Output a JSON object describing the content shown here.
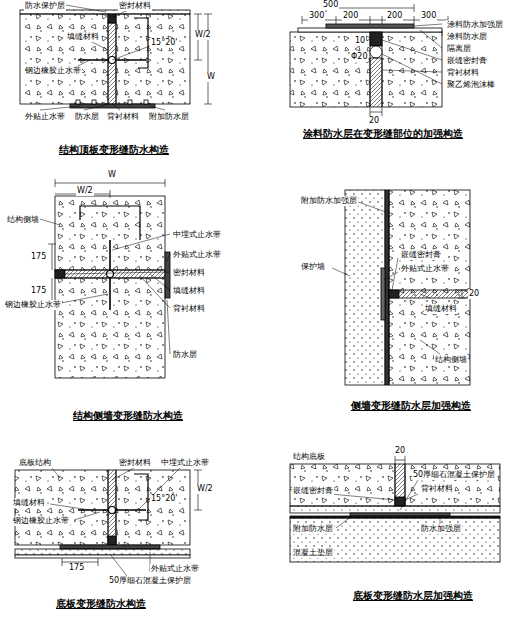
{
  "diagram": {
    "labels": [
      "防水保护层",
      "密封材料",
      "填缝材料",
      "钢边橡胶止水带",
      "15°20'",
      "W/2",
      "W",
      "外贴止水带",
      "防水层",
      "背衬材料",
      "附加防水层",
      "结构顶板变形缝防水构造",
      "500",
      "300",
      "200",
      "200",
      "300",
      "涂料防水加强层",
      "涂料防水层",
      "隔离层",
      "嵌缝密封膏",
      "背衬材料",
      "聚乙烯泡沫棒",
      "10",
      "Φ20",
      "20",
      "涂料防水层在变形缝部位的加强构造",
      "W",
      "W/2",
      "结构侧墙",
      "钢边橡胶止水带",
      "175",
      "175",
      "中埋式止水带",
      "外贴式止水带",
      "密封材料",
      "填缝材料",
      "背衬材料",
      "防水层",
      "结构侧墙变形缝防水构造",
      "附加防水加强层",
      "保护墙",
      "嵌缝密封膏",
      "外贴式止水带",
      "填缝材料",
      "20",
      "结构侧墙",
      "侧墙变形缝防水层加强构造",
      "底板结构",
      "密封材料",
      "中埋式止水带",
      "填缝材料",
      "钢边橡胶止水带",
      "15°20'",
      "W/2",
      "175",
      "外贴式止水带",
      "50厚细石混凝土保护层",
      "底板变形缝防水构造",
      "结构底板",
      "20",
      "嵌缝密封膏",
      "50厚细石混凝土保护层",
      "背衬材料",
      "防水加强层",
      "附加防水层",
      "混凝土垫层",
      "底板变形缝防水层加强构造"
    ]
  }
}
